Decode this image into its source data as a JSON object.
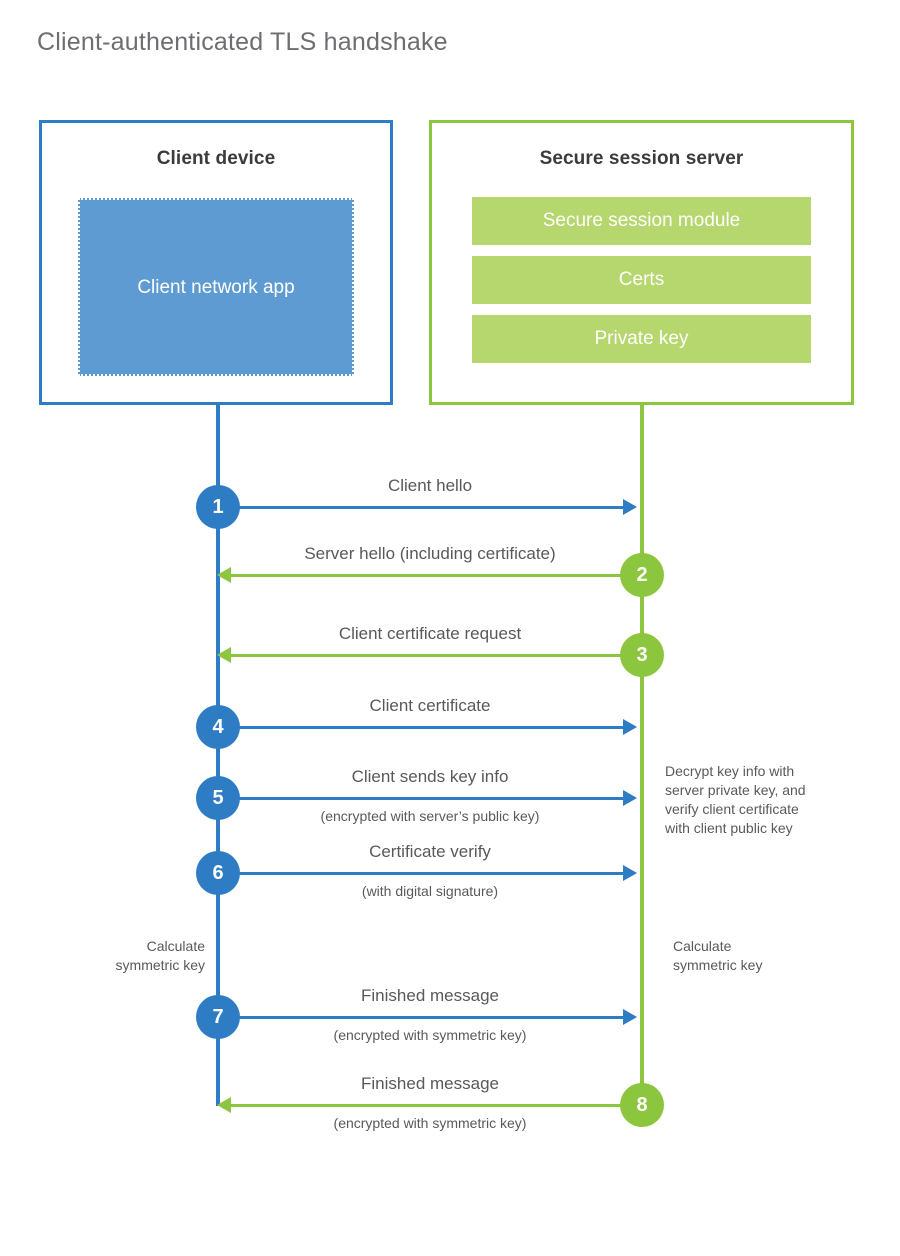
{
  "title": "Client-authenticated TLS handshake",
  "colors": {
    "blue": "#2e7dc4",
    "green": "#8cc63e",
    "light_blue_fill": "#5f9bd3",
    "light_green_fill": "#b6d66e",
    "text": "#58595b",
    "title_text": "#6d6e71"
  },
  "client": {
    "title": "Client device",
    "app_label": "Client network app"
  },
  "server": {
    "title": "Secure session server",
    "components": [
      "Secure session module",
      "Certs",
      "Private key"
    ]
  },
  "messages": [
    {
      "step": "1",
      "label": "Client hello",
      "sublabel": "",
      "direction": "client-to-server",
      "color": "blue"
    },
    {
      "step": "2",
      "label": "Server hello (including certificate)",
      "sublabel": "",
      "direction": "server-to-client",
      "color": "green"
    },
    {
      "step": "3",
      "label": "Client certificate request",
      "sublabel": "",
      "direction": "server-to-client",
      "color": "green"
    },
    {
      "step": "4",
      "label": "Client certificate",
      "sublabel": "",
      "direction": "client-to-server",
      "color": "blue"
    },
    {
      "step": "5",
      "label": "Client sends key info",
      "sublabel": "(encrypted with server’s public key)",
      "direction": "client-to-server",
      "color": "blue"
    },
    {
      "step": "6",
      "label": "Certificate verify",
      "sublabel": "(with digital signature)",
      "direction": "client-to-server",
      "color": "blue"
    },
    {
      "step": "7",
      "label": "Finished message",
      "sublabel": "(encrypted with symmetric key)",
      "direction": "client-to-server",
      "color": "blue"
    },
    {
      "step": "8",
      "label": "Finished message",
      "sublabel": "(encrypted with symmetric key)",
      "direction": "server-to-client",
      "color": "green"
    }
  ],
  "notes": {
    "decrypt": [
      "Decrypt key info with",
      "server private key, and",
      "verify client certificate",
      "with client public key"
    ],
    "client_calculate": [
      "Calculate",
      "symmetric key"
    ],
    "server_calculate": [
      "Calculate",
      "symmetric key"
    ]
  }
}
